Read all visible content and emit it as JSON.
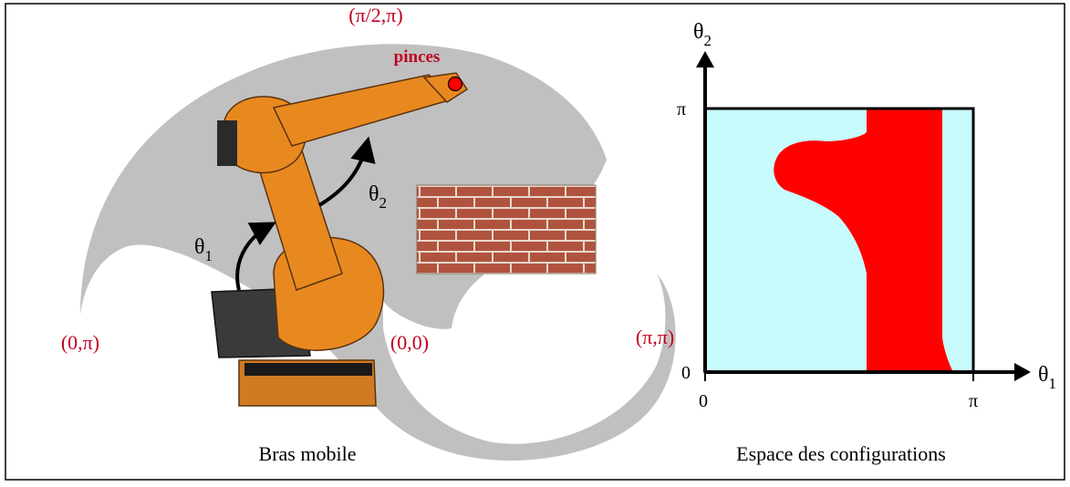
{
  "left_panel": {
    "caption": "Bras mobile",
    "gripper_label": "pinces",
    "coords": {
      "top": "(π/2,π)",
      "left": "(0,π)",
      "center": "(0,0)",
      "right": "(π,π)"
    },
    "angle_labels": {
      "theta1": {
        "symbol": "θ",
        "subscript": "1"
      },
      "theta2": {
        "symbol": "θ",
        "subscript": "2"
      }
    },
    "workspace_color": "#c0c0c0",
    "label_color": "#c00020",
    "gripper_color": "#ff0000",
    "robot_color": "#e8891f",
    "wall_color": "#b0533e",
    "mortar_color": "#e8d8cc"
  },
  "right_panel": {
    "caption": "Espace des configurations",
    "axis_x": {
      "symbol": "θ",
      "subscript": "1",
      "min_label": "0",
      "max_label": "π"
    },
    "axis_y": {
      "symbol": "θ",
      "subscript": "2",
      "min_label": "0",
      "max_label": "π"
    },
    "free_color": "#c8fcfc",
    "obstacle_color": "#ff0000"
  }
}
